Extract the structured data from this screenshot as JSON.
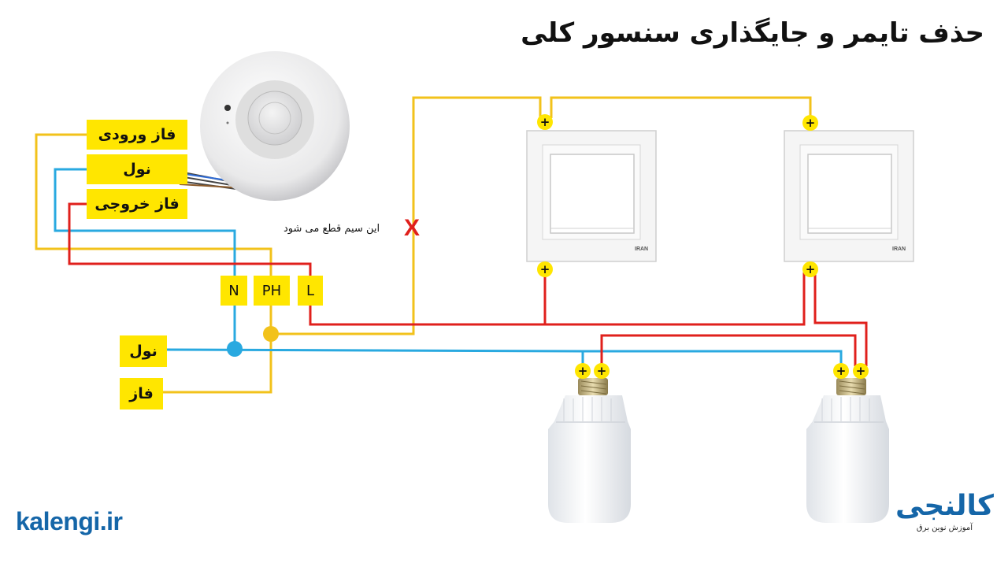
{
  "title": "حذف تایمر و جایگذاری سنسور کلی",
  "sensor_labels": {
    "phase_in": "فاز ورودی",
    "neutral": "نول",
    "phase_out": "فاز خروجی"
  },
  "terminals": {
    "n": "N",
    "ph": "PH",
    "l": "L"
  },
  "supply_labels": {
    "neutral": "نول",
    "phase": "فاز"
  },
  "cut_note": "این سیم قطع می شود",
  "cut_mark": "X",
  "switch_brand": "IRAN",
  "plus_sign": "+",
  "brand_left": {
    "k": "k",
    "rest": "alengi.ir"
  },
  "brand_right": {
    "name": "کالنجی",
    "tagline": "آموزش نوین برق"
  },
  "colors": {
    "phase": "#f2c21b",
    "neutral": "#29a9e0",
    "load": "#e0201c",
    "label_bg": "#ffe600",
    "brand": "#1566a8"
  }
}
